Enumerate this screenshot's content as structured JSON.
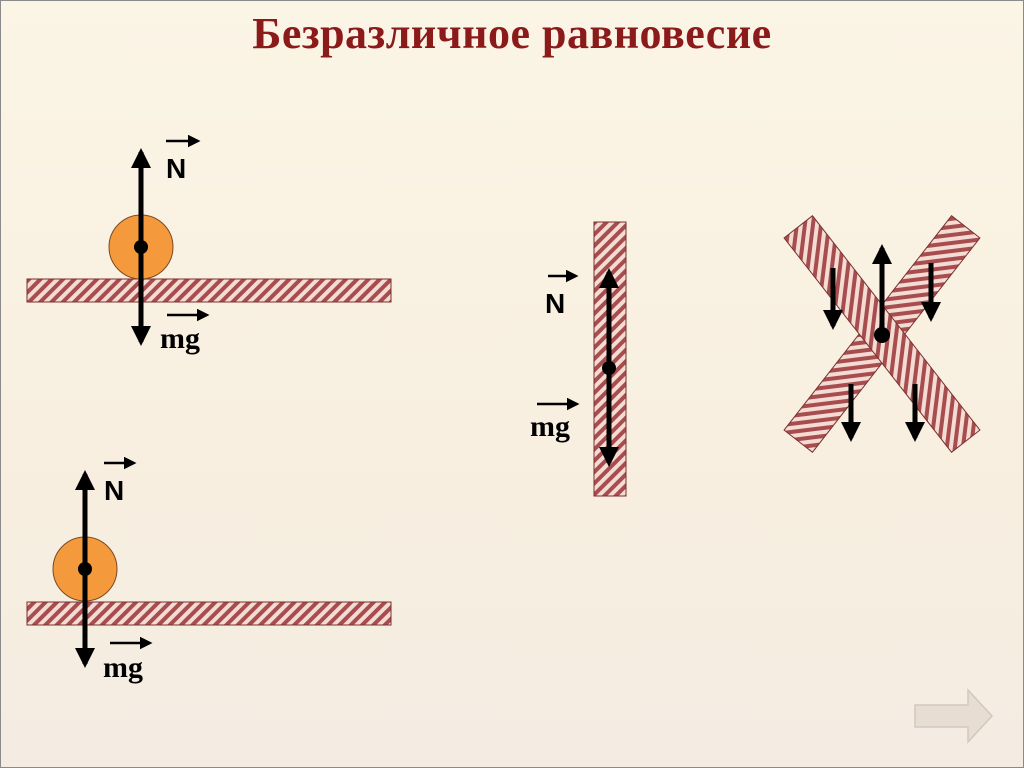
{
  "title": "Безразличное равновесие",
  "labels": {
    "normal_force": "N",
    "gravity_force": "mg"
  },
  "colors": {
    "title": "#8b1a1a",
    "ball": "#f59a3c",
    "board_stripe": "#a84d4d",
    "board_base": "#f3dcd4",
    "arrow": "#000000",
    "nav_button": "#e7ddd2"
  },
  "navigation": {
    "next_icon": "right-arrow-icon"
  }
}
